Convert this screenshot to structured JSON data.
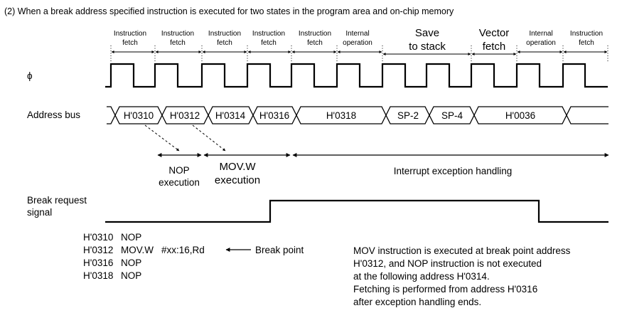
{
  "title": "(2)  When a break address specified instruction is executed for two states in the program area and on-chip memory",
  "phases": [
    {
      "l1": "Instruction",
      "l2": "fetch"
    },
    {
      "l1": "Instruction",
      "l2": "fetch"
    },
    {
      "l1": "Instruction",
      "l2": "fetch"
    },
    {
      "l1": "Instruction",
      "l2": "fetch"
    },
    {
      "l1": "Instruction",
      "l2": "fetch"
    },
    {
      "l1": "Internal",
      "l2": "operation"
    },
    {
      "l1": "Save",
      "l2": "to stack"
    },
    {
      "l1": "Vector",
      "l2": "fetch"
    },
    {
      "l1": "Internal",
      "l2": "operation"
    },
    {
      "l1": "Instruction",
      "l2": "fetch"
    }
  ],
  "phi_label": "ϕ",
  "address_bus_label": "Address bus",
  "addresses": [
    "H'0310",
    "H'0312",
    "H'0314",
    "H'0316",
    "H'0318",
    "SP-2",
    "SP-4",
    "H'0036"
  ],
  "exec": {
    "nop_l1": "NOP",
    "nop_l2": "execution",
    "mov_l1": "MOV.W",
    "mov_l2": "execution",
    "interrupt": "Interrupt exception handling"
  },
  "break_label_l1": "Break request",
  "break_label_l2": "signal",
  "program": [
    {
      "addr": "H'0310",
      "op": "NOP",
      "operand": ""
    },
    {
      "addr": "H'0312",
      "op": "MOV.W",
      "operand": "#xx:16,Rd"
    },
    {
      "addr": "H'0316",
      "op": "NOP",
      "operand": ""
    },
    {
      "addr": "H'0318",
      "op": "NOP",
      "operand": ""
    }
  ],
  "break_point_label": "Break point",
  "note": [
    "MOV instruction is executed at break point address",
    "H'0312, and NOP instruction is not executed",
    "at the following address H'0314.",
    "Fetching is performed from address H'0316",
    "after exception handling ends."
  ]
}
